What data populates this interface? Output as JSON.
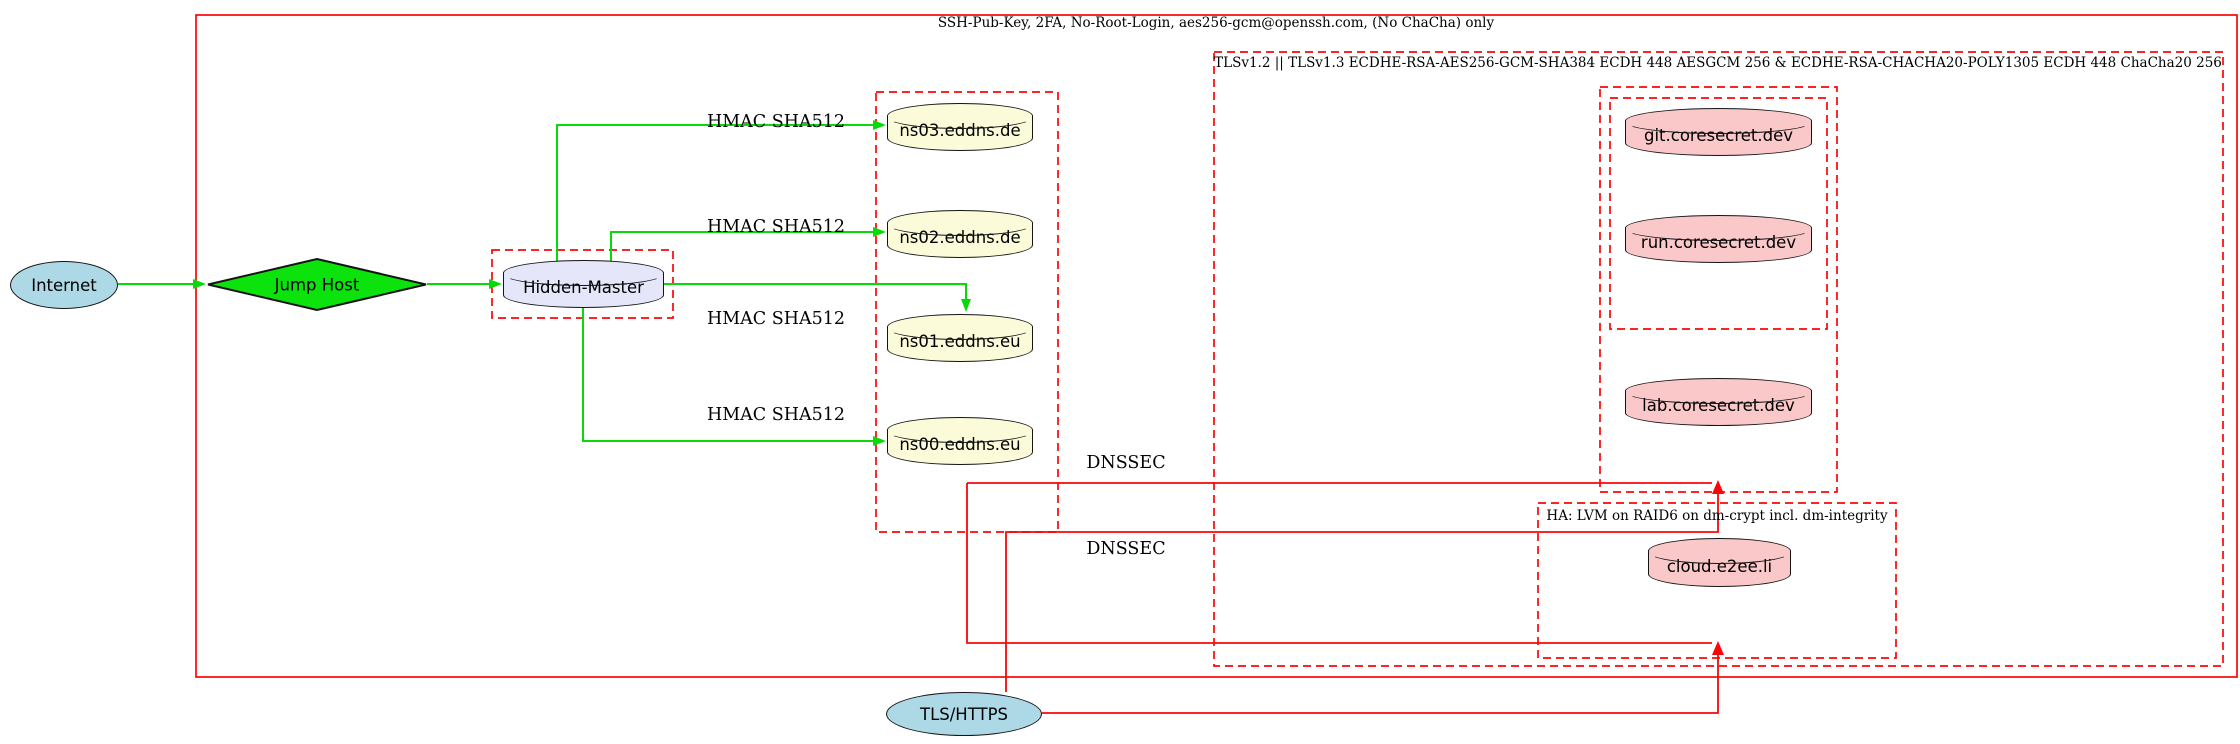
{
  "diagram": {
    "clusters": {
      "ssh": {
        "label": "SSH-Pub-Key, 2FA, No-Root-Login, aes256-gcm@openssh.com, (No ChaCha) only"
      },
      "tls": {
        "label": "TLSv1.2 || TLSv1.3 ECDHE-RSA-AES256-GCM-SHA384 ECDH 448 AESGCM 256 & ECDHE-RSA-CHACHA20-POLY1305 ECDH 448 ChaCha20 256"
      },
      "ha": {
        "label": "HA: LVM on RAID6 on dm-crypt incl. dm-integrity"
      }
    },
    "nodes": {
      "internet": {
        "label": "Internet",
        "shape": "ellipse"
      },
      "jump_host": {
        "label": "Jump Host",
        "shape": "diamond"
      },
      "hidden_master": {
        "label": "Hidden-Master",
        "shape": "cylinder"
      },
      "ns03": {
        "label": "ns03.eddns.de",
        "shape": "cylinder"
      },
      "ns02": {
        "label": "ns02.eddns.de",
        "shape": "cylinder"
      },
      "ns01": {
        "label": "ns01.eddns.eu",
        "shape": "cylinder"
      },
      "ns00": {
        "label": "ns00.eddns.eu",
        "shape": "cylinder"
      },
      "git": {
        "label": "git.coresecret.dev",
        "shape": "cylinder"
      },
      "run": {
        "label": "run.coresecret.dev",
        "shape": "cylinder"
      },
      "lab": {
        "label": "lab.coresecret.dev",
        "shape": "cylinder"
      },
      "cloud": {
        "label": "cloud.e2ee.li",
        "shape": "cylinder"
      },
      "tls_https": {
        "label": "TLS/HTTPS",
        "shape": "ellipse"
      }
    },
    "edge_labels": {
      "hmac_ns03": "HMAC SHA512",
      "hmac_ns02": "HMAC SHA512",
      "hmac_ns01": "HMAC SHA512",
      "hmac_ns00": "HMAC SHA512",
      "dnssec_top": "DNSSEC",
      "dnssec_bottom": "DNSSEC"
    },
    "colors": {
      "edge_green": "#08d908",
      "edge_red": "#fb0606",
      "cluster_red": "#fb0606",
      "diamond_fill": "#0ce20c",
      "endpoint_fill": "#add8e6",
      "master_fill": "#e6e6fa",
      "ns_fill": "#fbfbd9",
      "service_fill": "#fac8c8"
    }
  }
}
